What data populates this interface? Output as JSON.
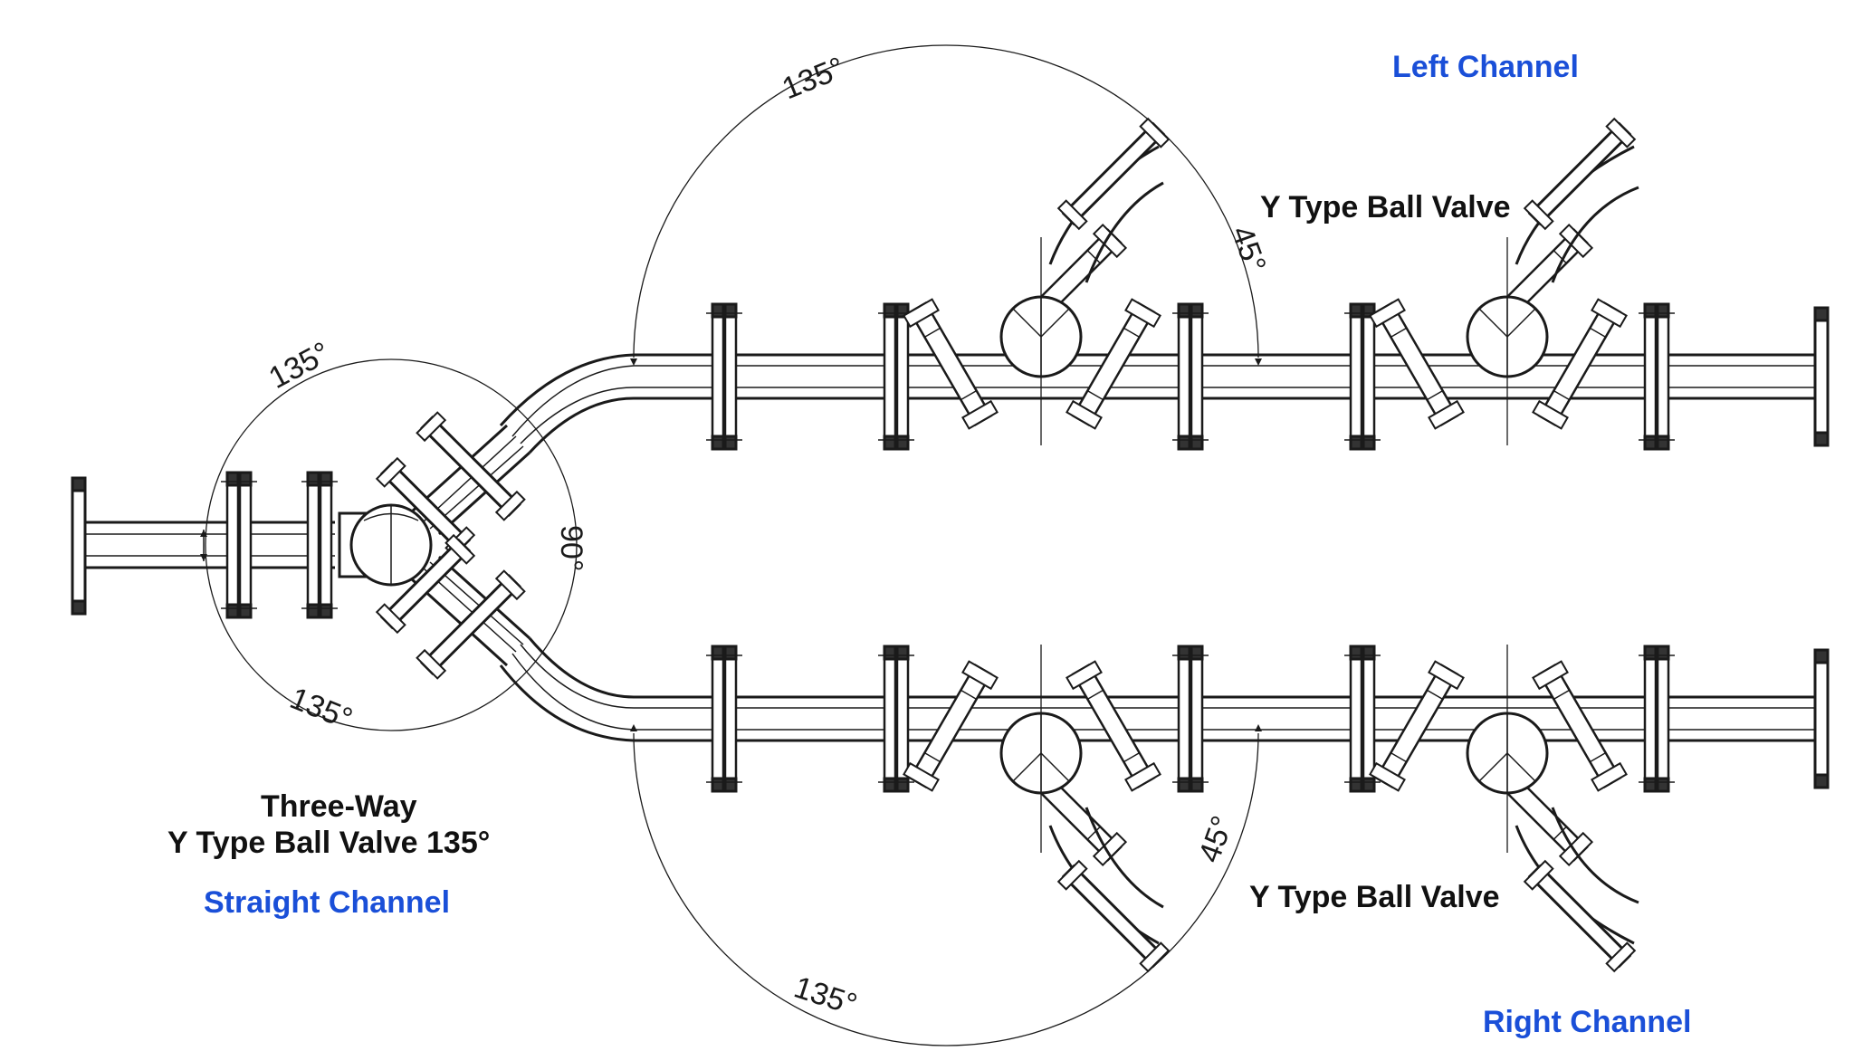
{
  "labels": {
    "left_channel": "Left Channel",
    "right_channel": "Right Channel",
    "straight_channel": "Straight Channel",
    "three_way_line1": "Three-Way",
    "three_way_line2": "Y Type Ball Valve 135°",
    "y_valve_top": "Y Type Ball Valve",
    "y_valve_bottom": "Y Type Ball Valve"
  },
  "angles": {
    "a135_top": "135°",
    "a135_left_top": "135°",
    "a135_left_bottom": "135°",
    "a135_bottom": "135°",
    "a45_top": "45°",
    "a45_bottom": "45°",
    "a90": "90°"
  },
  "colors": {
    "line": "#1a1a1a",
    "label_blue": "#1a4fd8"
  }
}
